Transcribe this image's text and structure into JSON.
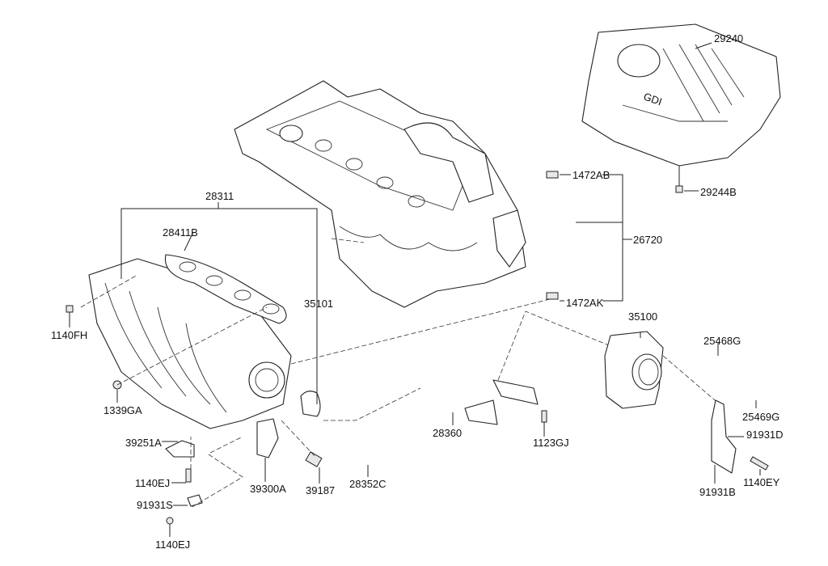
{
  "diagram": {
    "cover_logo": "GDI",
    "labels": [
      "29240",
      "29244B",
      "1472AB",
      "26720",
      "1472AK",
      "28311",
      "28411B",
      "35101",
      "1140FH",
      "1339GA",
      "39251A",
      "1140EJ",
      "91931S",
      "1140EJ",
      "39300A",
      "39187",
      "28352C",
      "28360",
      "1123GJ",
      "35100",
      "25468G",
      "25469G",
      "91931D",
      "91931B",
      "1140EY"
    ]
  }
}
